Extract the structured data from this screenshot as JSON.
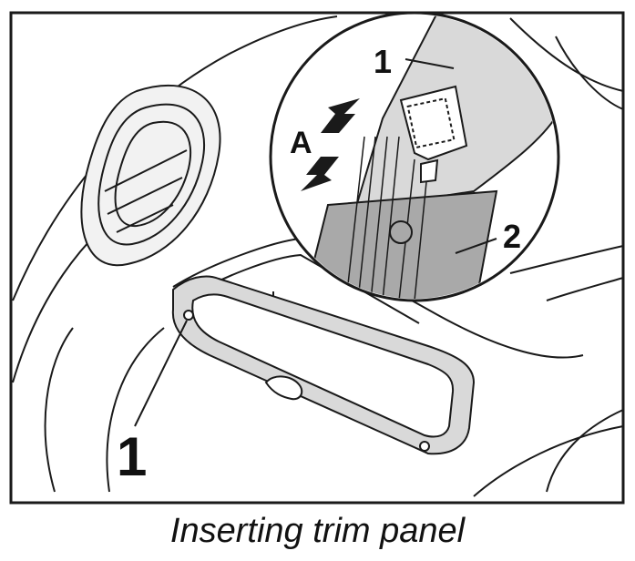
{
  "callouts": {
    "main_part": "1",
    "detail_part_1": "1",
    "detail_part_2": "2",
    "detail_direction": "A"
  },
  "caption": "Inserting trim panel",
  "colors": {
    "line": "#1a1a1a",
    "panel_light": "#d9d9d9",
    "panel_dark": "#a9a9a9",
    "background": "#ffffff"
  }
}
